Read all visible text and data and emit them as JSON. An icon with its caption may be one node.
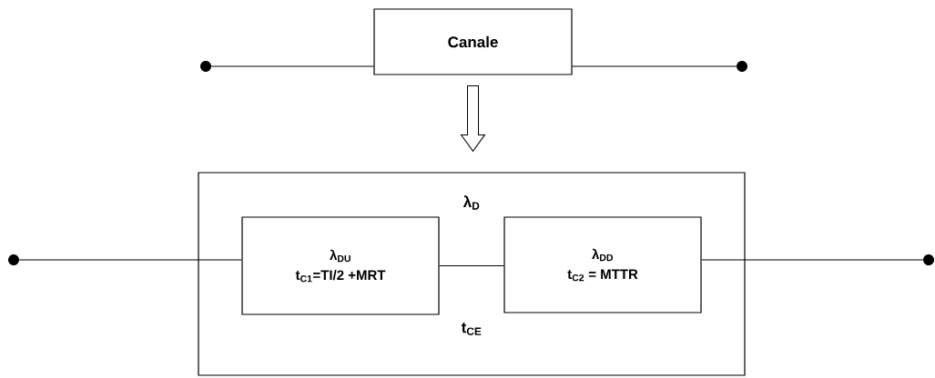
{
  "diagram": {
    "nodes": [
      {
        "text": [],
        "shape": "circle"
      },
      {
        "text": [
          "Canale"
        ]
      },
      {
        "text": [],
        "shape": "circle"
      },
      {
        "text": [
          "λ$_{D}$",
          "t$_{CE}$"
        ]
      },
      {
        "text": [
          "λ$_{DU}$",
          "t$_{C1}$=TI/2 +MRT"
        ],
        "in": 3
      },
      {
        "text": [
          "λ$_{DD}$",
          "t$_{C2}$ = MTTR"
        ],
        "in": 3
      },
      {
        "text": [],
        "shape": "circle"
      },
      {
        "text": [],
        "shape": "circle"
      }
    ],
    "edges": [
      {
        "from": 0,
        "to": 1,
        "arrow": "none"
      },
      {
        "from": 1,
        "to": 2,
        "arrow": "none"
      },
      {
        "from": 1,
        "to": 3,
        "arrow": "to"
      },
      {
        "from": 6,
        "to": 4,
        "arrow": "none"
      },
      {
        "from": 4,
        "to": 5,
        "arrow": "none"
      },
      {
        "from": 5,
        "to": 7,
        "arrow": "none"
      }
    ]
  }
}
